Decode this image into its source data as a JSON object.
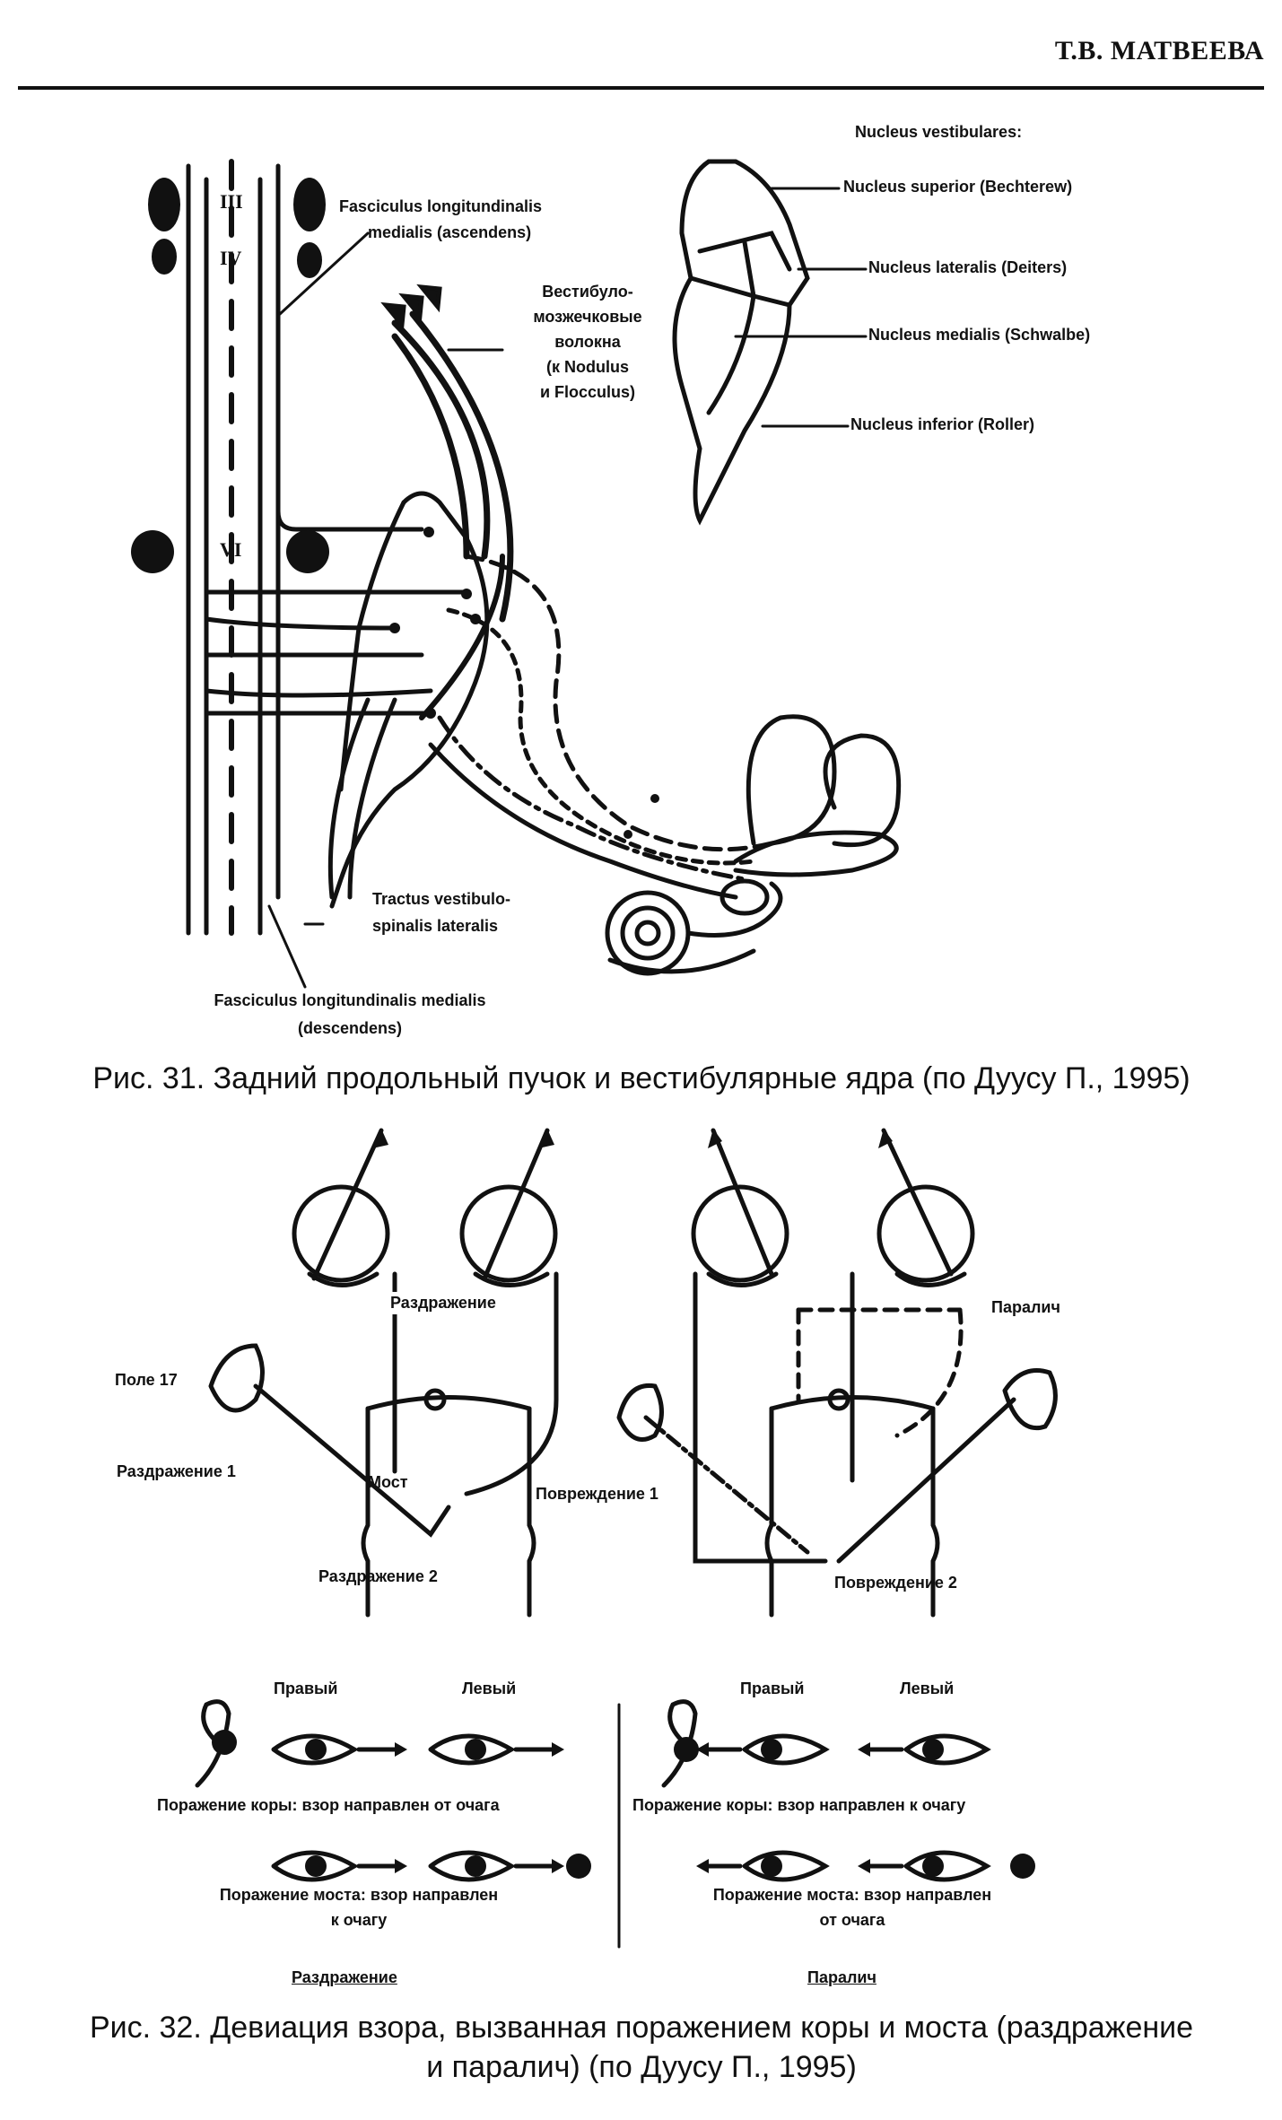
{
  "header": {
    "running_head": "Т.В. МАТВЕЕВА"
  },
  "figure31": {
    "labels": {
      "nucleus_vestibulares": "Nucleus vestibulares:",
      "nucleus_superior": "Nucleus superior (Bechterew)",
      "nucleus_lateralis": "Nucleus lateralis (Deiters)",
      "nucleus_medialis": "Nucleus medialis (Schwalbe)",
      "nucleus_inferior": "Nucleus inferior (Roller)",
      "flm_asc_1": "Fasciculus longitundinalis",
      "flm_asc_2": "medialis (ascendens)",
      "vest_cer_1": "Вестибуло-",
      "vest_cer_2": "мозжечковые",
      "vest_cer_3": "волокна",
      "vest_cer_4": "(к Nodulus",
      "vest_cer_5": "и Flocculus)",
      "tract_1": "Tractus vestibulo-",
      "tract_2": "spinalis lateralis",
      "flm_desc_1": "Fasciculus longitundinalis medialis",
      "flm_desc_2": "(descendens)",
      "roman_iii": "III",
      "roman_iv": "IV",
      "roman_vi": "VI"
    },
    "caption": "Рис. 31. Задний продольный пучок и вестибулярные ядра (по Дуусу П., 1995)"
  },
  "figure32": {
    "labels": {
      "pole17": "Поле 17",
      "razdrazhenie_top": "Раздражение",
      "paralich_top": "Паралич",
      "razdrazhenie1": "Раздражение 1",
      "most": "Мост",
      "razdrazhenie2": "Раздражение 2",
      "povrezhdenie1": "Повреждение 1",
      "povrezhdenie2": "Повреждение 2"
    },
    "gaze": {
      "left_right_label": "Правый",
      "left_left_label": "Левый",
      "left_cortex": "Поражение коры: взор направлен от очага",
      "left_pons_1": "Поражение моста: взор направлен",
      "left_pons_2": "к очагу",
      "left_footer": "Раздражение",
      "right_right_label": "Правый",
      "right_left_label": "Левый",
      "right_cortex": "Поражение коры: взор направлен к очагу",
      "right_pons_1": "Поражение моста: взор направлен",
      "right_pons_2": "от очага",
      "right_footer": "Паралич"
    },
    "caption_1": "Рис. 32. Девиация взора, вызванная поражением коры и моста (раздражение",
    "caption_2": "и паралич)  (по Дуусу П., 1995)"
  }
}
